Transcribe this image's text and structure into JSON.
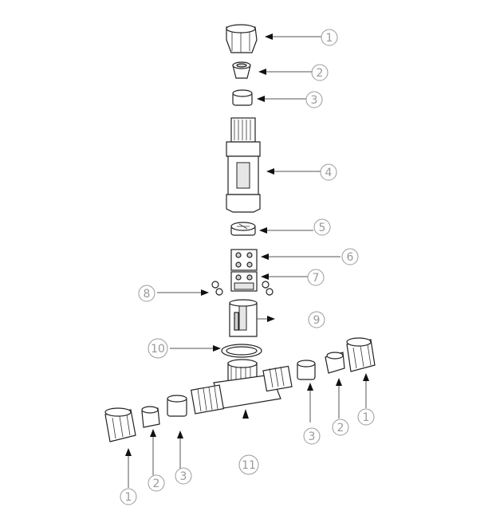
{
  "diagram": {
    "callouts": [
      {
        "id": "c-nut-top",
        "label": "1"
      },
      {
        "id": "c-ferrule-top",
        "label": "2"
      },
      {
        "id": "c-ring-top",
        "label": "3"
      },
      {
        "id": "c-housing",
        "label": "4"
      },
      {
        "id": "c-cap-disc",
        "label": "5"
      },
      {
        "id": "c-block-top",
        "label": "6"
      },
      {
        "id": "c-block-bottom",
        "label": "7"
      },
      {
        "id": "c-orings",
        "label": "8"
      },
      {
        "id": "c-sleeve",
        "label": "9"
      },
      {
        "id": "c-gasket",
        "label": "10"
      },
      {
        "id": "c-tee",
        "label": "11"
      },
      {
        "id": "c-nut-right",
        "label": "1"
      },
      {
        "id": "c-ferrule-right",
        "label": "2"
      },
      {
        "id": "c-ring-right",
        "label": "3"
      },
      {
        "id": "c-nut-left",
        "label": "1"
      },
      {
        "id": "c-ferrule-left",
        "label": "2"
      },
      {
        "id": "c-ring-left",
        "label": "3"
      }
    ]
  }
}
